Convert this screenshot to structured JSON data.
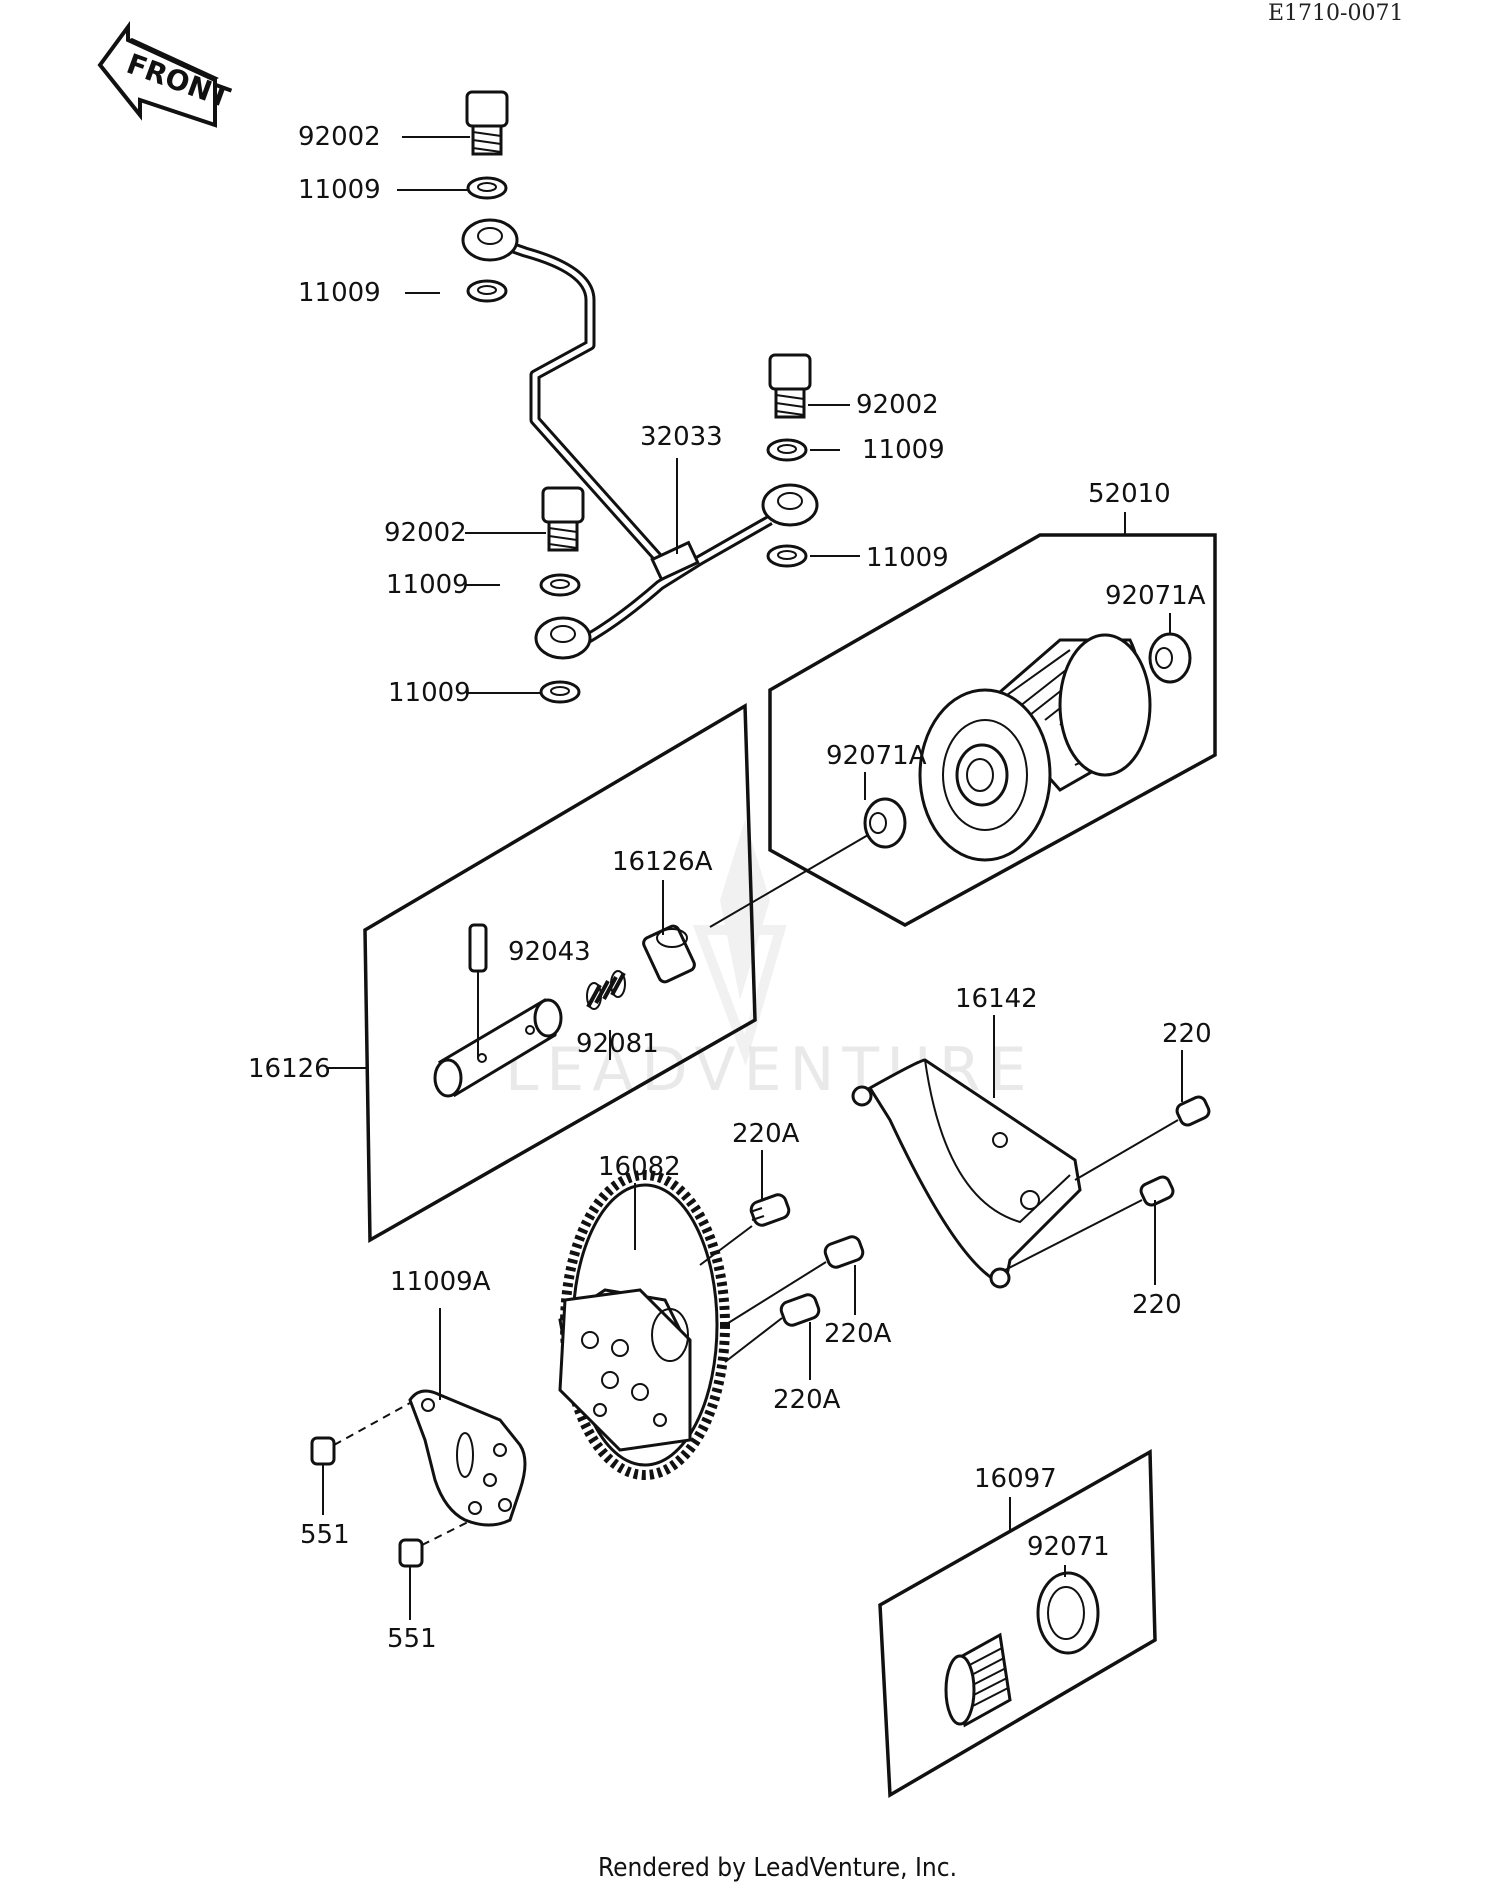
{
  "reference_code": "E1710-0071",
  "front_label": "FRONT",
  "watermark": "LEADVENTURE",
  "footer": "Rendered by LeadVenture, Inc.",
  "callouts": {
    "c01": "92002",
    "c02": "11009",
    "c03": "11009",
    "c04": "92002",
    "c05": "11009",
    "c06": "32033",
    "c07": "92002",
    "c08": "11009",
    "c09": "11009",
    "c10": "11009",
    "c11": "52010",
    "c12": "92071A",
    "c13": "92071A",
    "c14": "16126A",
    "c15": "92043",
    "c16": "92081",
    "c17": "16126",
    "c18": "16142",
    "c19": "220",
    "c20": "220A",
    "c21": "16082",
    "c22": "220",
    "c23": "220A",
    "c24": "220A",
    "c25": "11009A",
    "c26": "551",
    "c27": "551",
    "c28": "16097",
    "c29": "92071"
  }
}
